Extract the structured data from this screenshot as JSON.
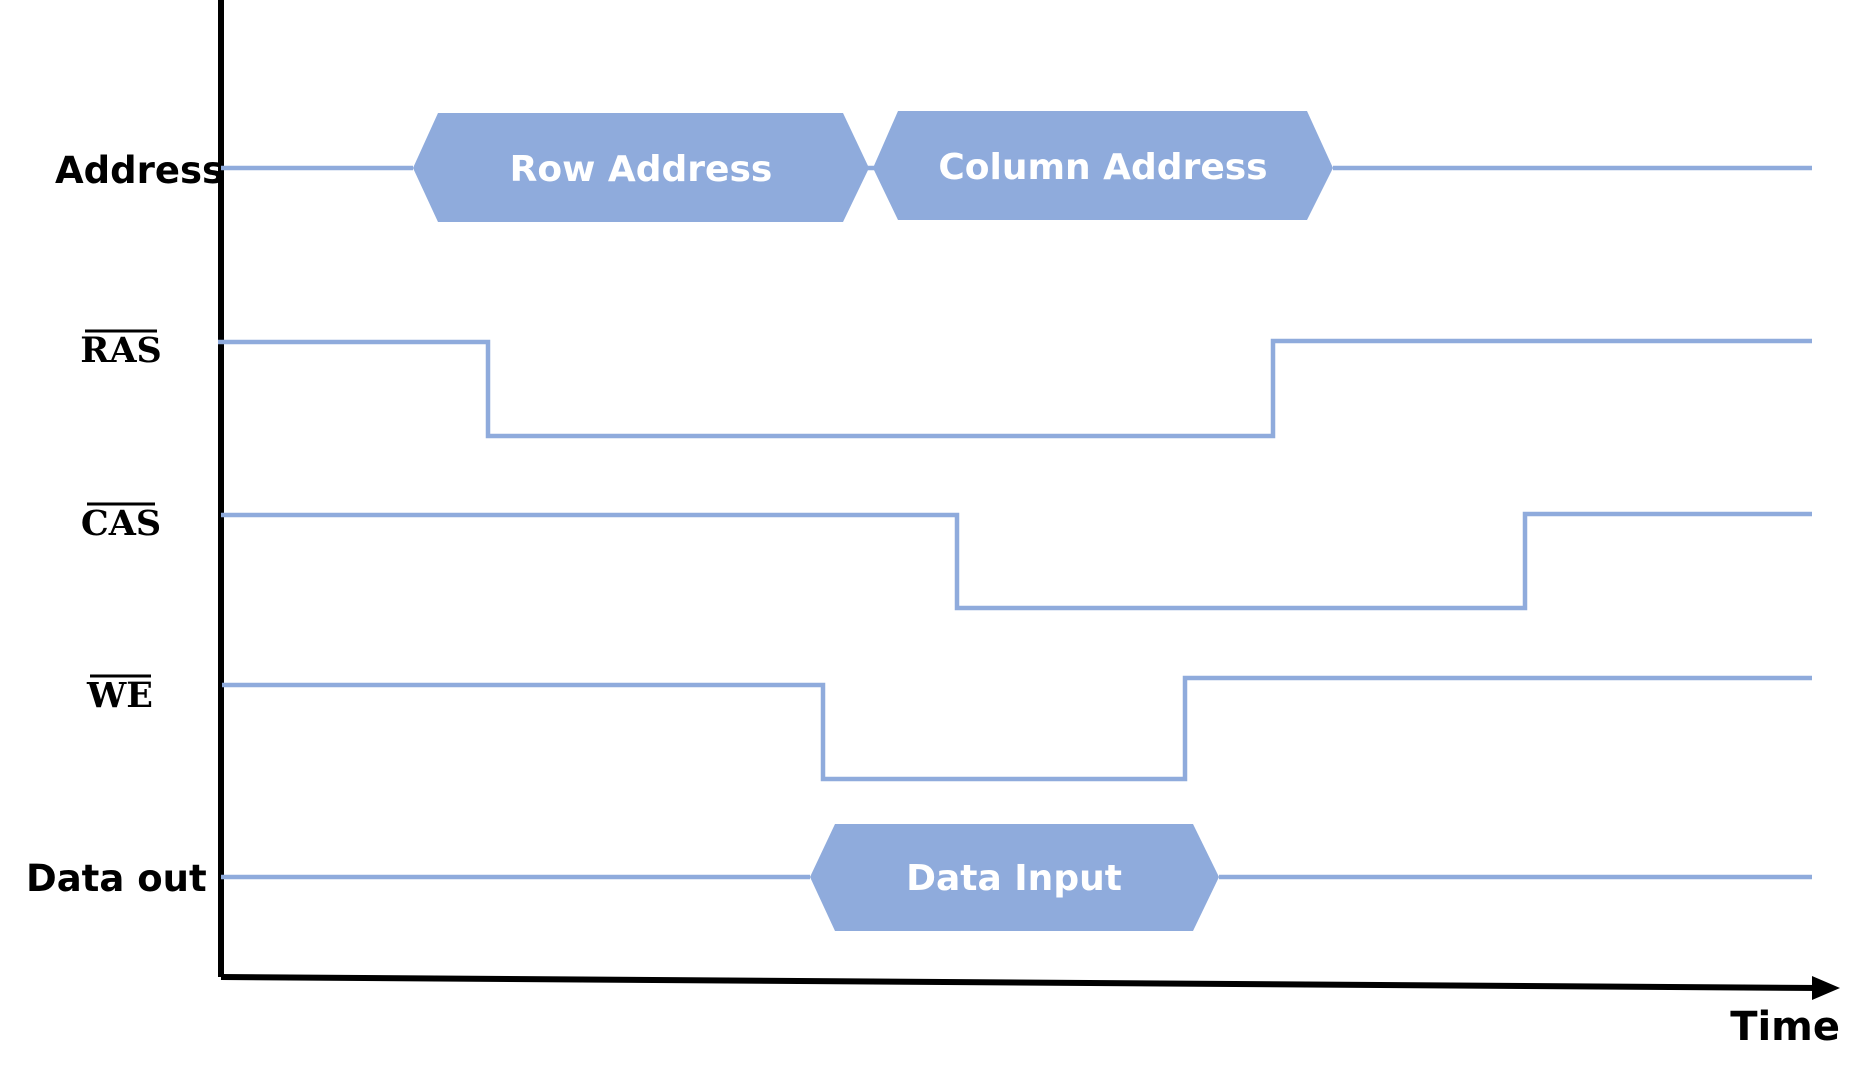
{
  "signals": {
    "address": "Address",
    "ras": "RAS",
    "cas": "CAS",
    "we": "WE",
    "data_out": "Data out"
  },
  "buses": {
    "row_address": "Row Address",
    "column_address": "Column Address",
    "data_input": "Data Input"
  },
  "axis": {
    "x_label": "Time"
  },
  "colors": {
    "waveform": "#8fabdc",
    "axis": "#000000",
    "bus_text": "#ffffff"
  }
}
